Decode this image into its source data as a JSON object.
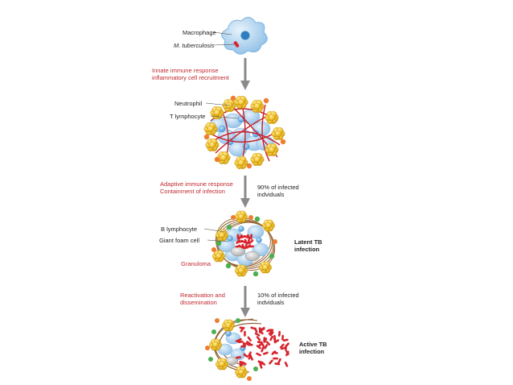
{
  "labels": {
    "macrophage": "Macrophage",
    "mtb": "M. tuberculosis",
    "innate_line1": "Innate immune response",
    "innate_line2": "inflammatory cell recruitment",
    "neutrophil": "Neutrophil",
    "t_lymphocyte": "T lymphocyte",
    "adaptive_line1": "Adaptive immune response",
    "adaptive_line2": "Containment of infection",
    "pct90_line1": "90% of infected",
    "pct90_line2": "indviduals",
    "b_lymphocyte": "B lymphocyte",
    "giant_foam_cell": "Giant foam cell",
    "latent_line1": "Latent TB",
    "latent_line2": "infection",
    "granuloma": "Granuloma",
    "reactivation_line1": "Reactivation and",
    "reactivation_line2": "dissemination",
    "pct10_line1": "10% of infected",
    "pct10_line2": "indviduals",
    "active_line1": "Active TB",
    "active_line2": "infection"
  },
  "colors": {
    "red_text": "#c0282e",
    "arrow": "#8a8a8a",
    "neutrophil": "#f2c230",
    "macrophage": "#a9cdea",
    "t_cell": "#5aa9dc",
    "bacteria": "#d8252e",
    "b_cell_green": "#4caf50",
    "orange_cell": "#ee7d2f",
    "fibrous_brown": "#8b5a2b"
  }
}
